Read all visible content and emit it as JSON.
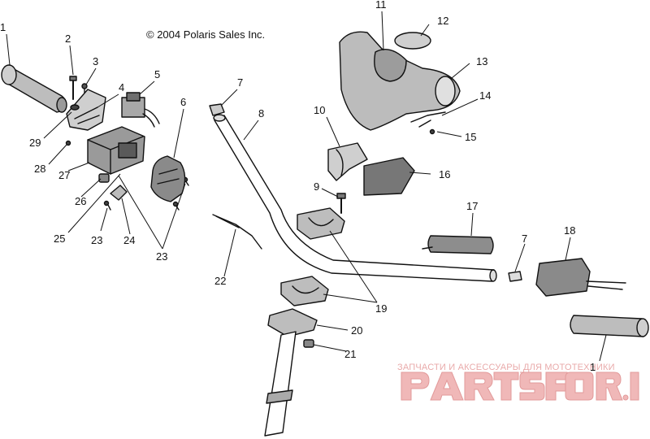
{
  "copyright": "© 2004 Polaris Sales Inc.",
  "watermark": {
    "tagline": "ЗАПЧАСТИ И АКСЕССУАРЫ ДЛЯ МОТОТЕХНИКИ",
    "logo": "PARTSFOR.RU",
    "color": "#e05a5a"
  },
  "callouts": {
    "c1a": "1",
    "c1b": "1",
    "c2": "2",
    "c3": "3",
    "c4": "4",
    "c5": "5",
    "c6": "6",
    "c7a": "7",
    "c7b": "7",
    "c8": "8",
    "c9": "9",
    "c10": "10",
    "c11": "11",
    "c12": "12",
    "c13": "13",
    "c14": "14",
    "c15": "15",
    "c16": "16",
    "c17": "17",
    "c18": "18",
    "c19": "19",
    "c20": "20",
    "c21": "21",
    "c22": "22",
    "c23a": "23",
    "c23b": "23",
    "c24": "24",
    "c25": "25",
    "c26": "26",
    "c27": "27",
    "c28": "28",
    "c29": "29"
  }
}
